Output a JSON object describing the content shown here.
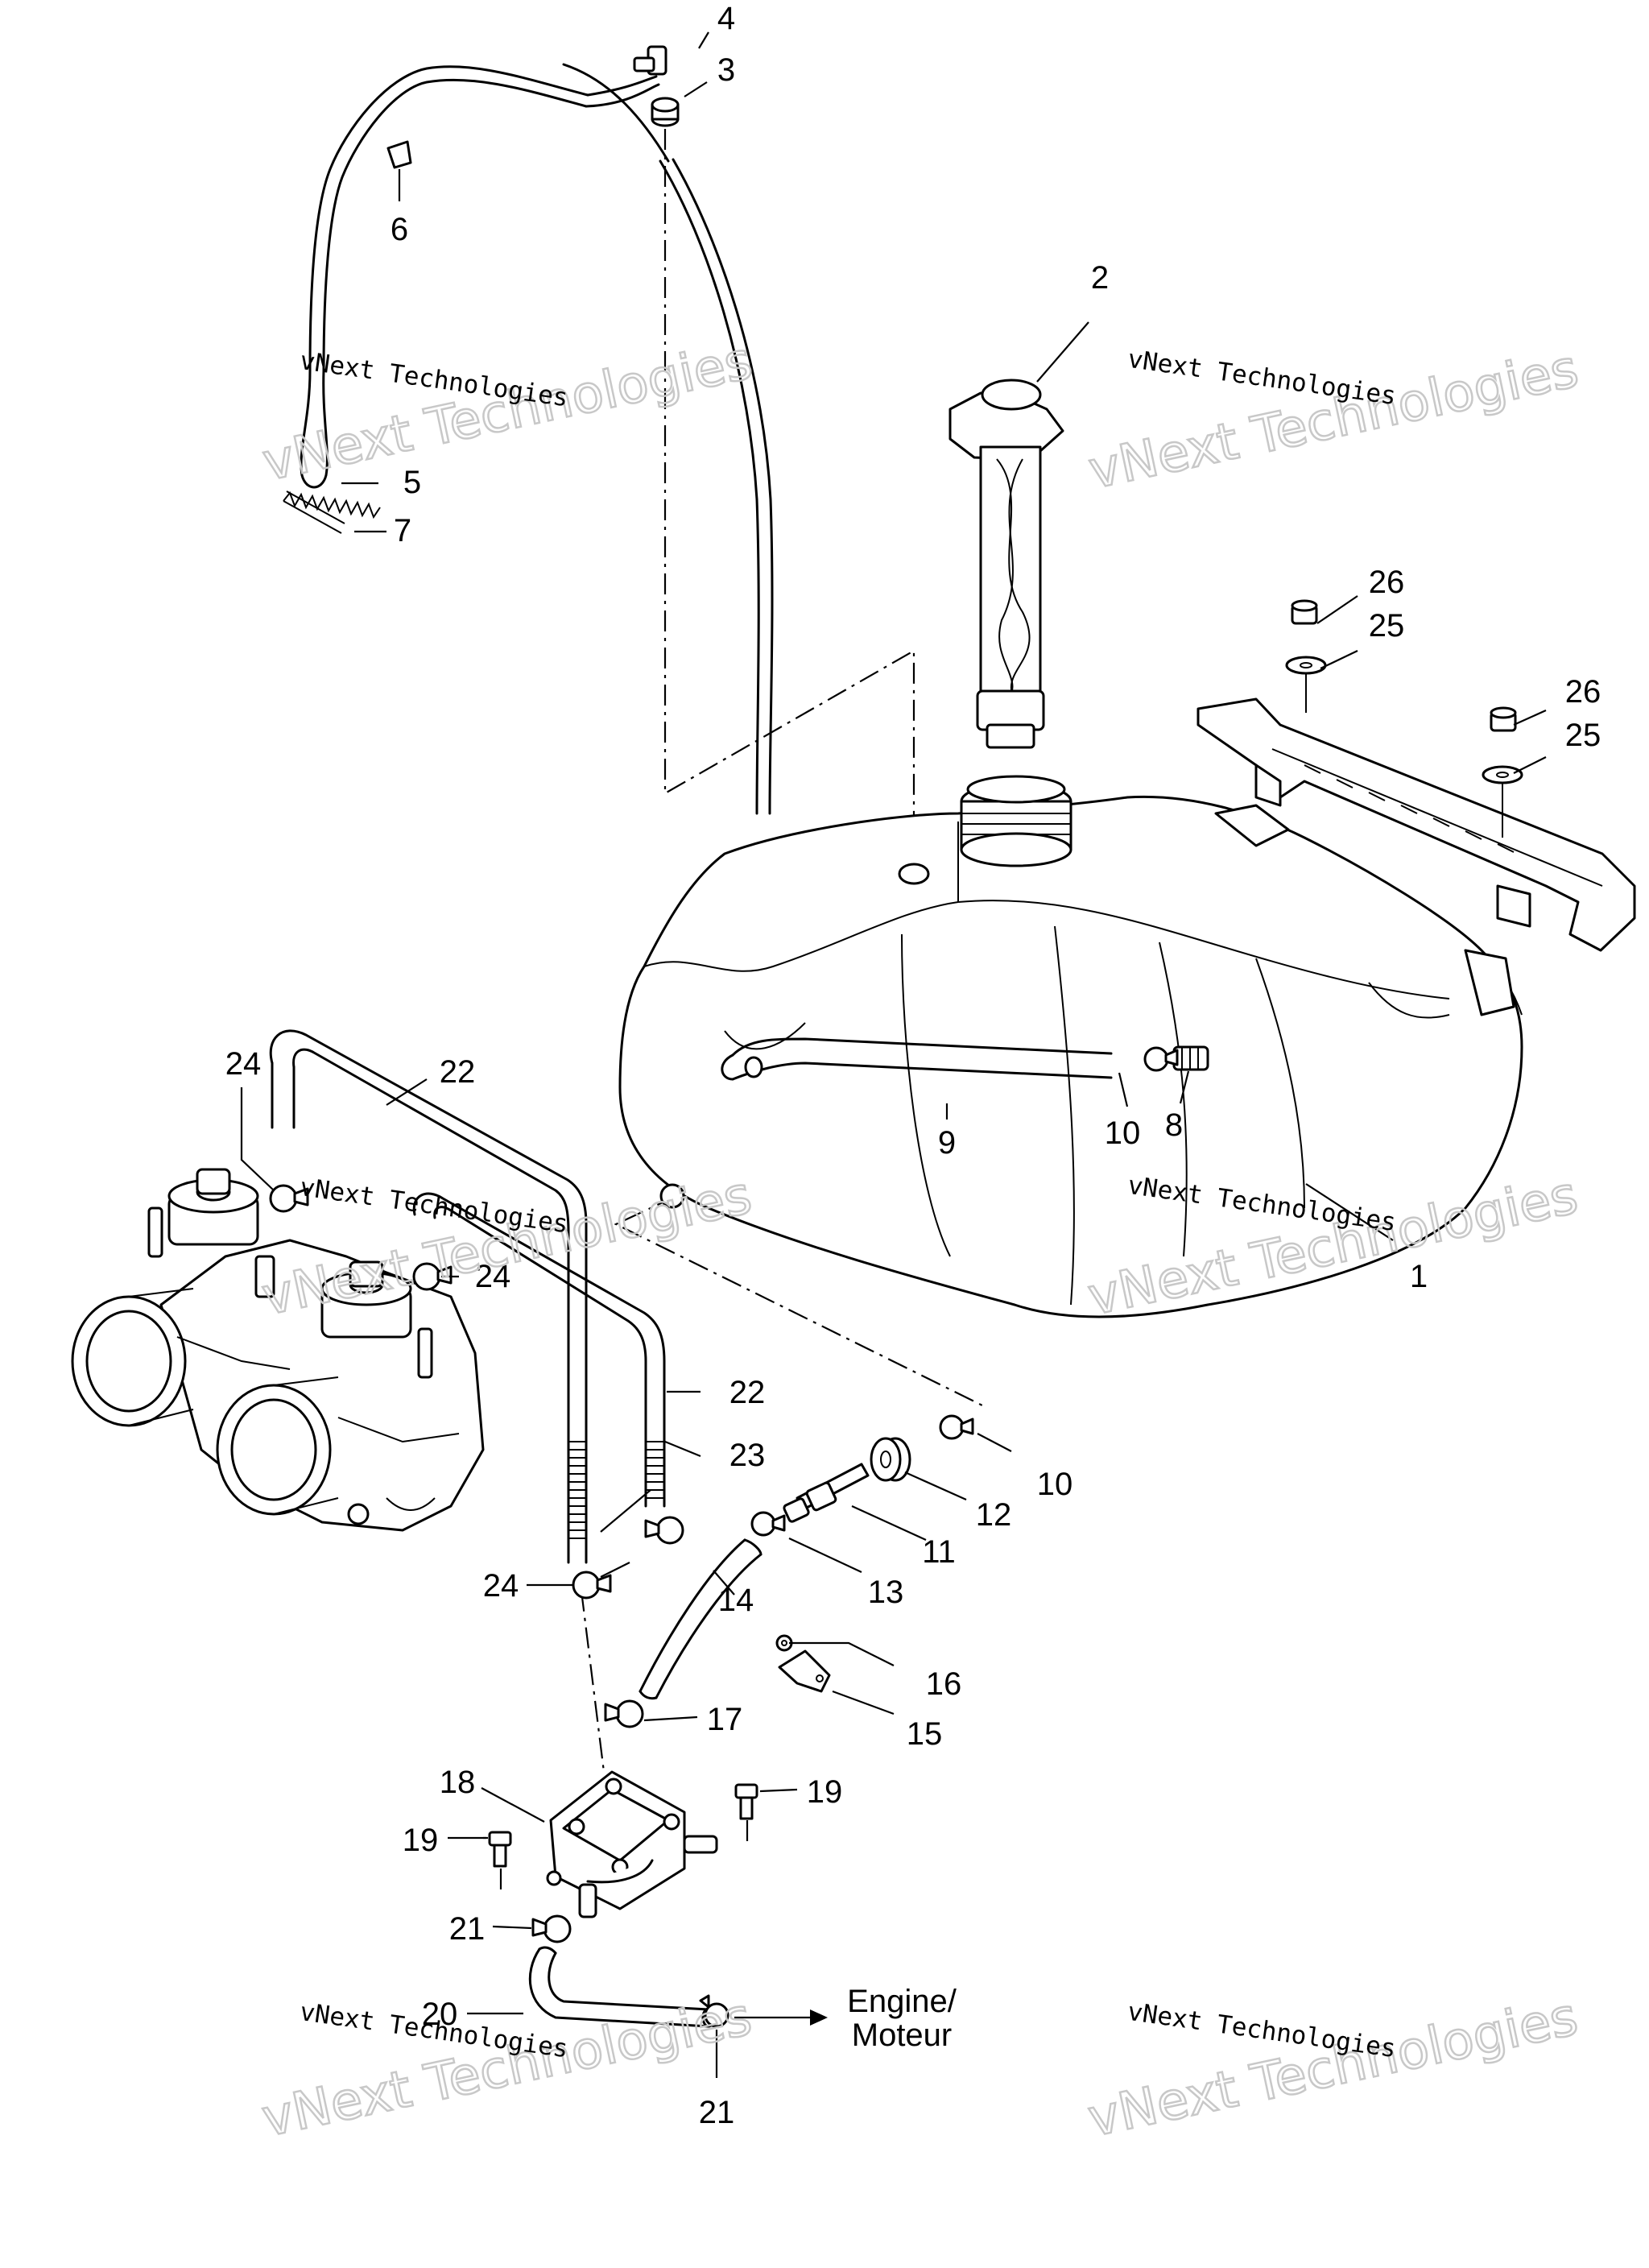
{
  "callouts": {
    "c1": "1",
    "c2": "2",
    "c3": "3",
    "c4": "4",
    "c5": "5",
    "c6": "6",
    "c7": "7",
    "c8": "8",
    "c9": "9",
    "c10a": "10",
    "c10b": "10",
    "c11": "11",
    "c12": "12",
    "c13": "13",
    "c14": "14",
    "c15": "15",
    "c16": "16",
    "c17": "17",
    "c18": "18",
    "c19a": "19",
    "c19b": "19",
    "c20": "20",
    "c21a": "21",
    "c21b": "21",
    "c22a": "22",
    "c22b": "22",
    "c23": "23",
    "c24a": "24",
    "c24b": "24",
    "c24c": "24",
    "c25a": "25",
    "c25b": "25",
    "c26a": "26",
    "c26b": "26"
  },
  "engine_label": {
    "line1": "Engine/",
    "line2": "Moteur"
  },
  "watermark": {
    "small": "vNext Technologies",
    "large": "vNext Technologies"
  }
}
